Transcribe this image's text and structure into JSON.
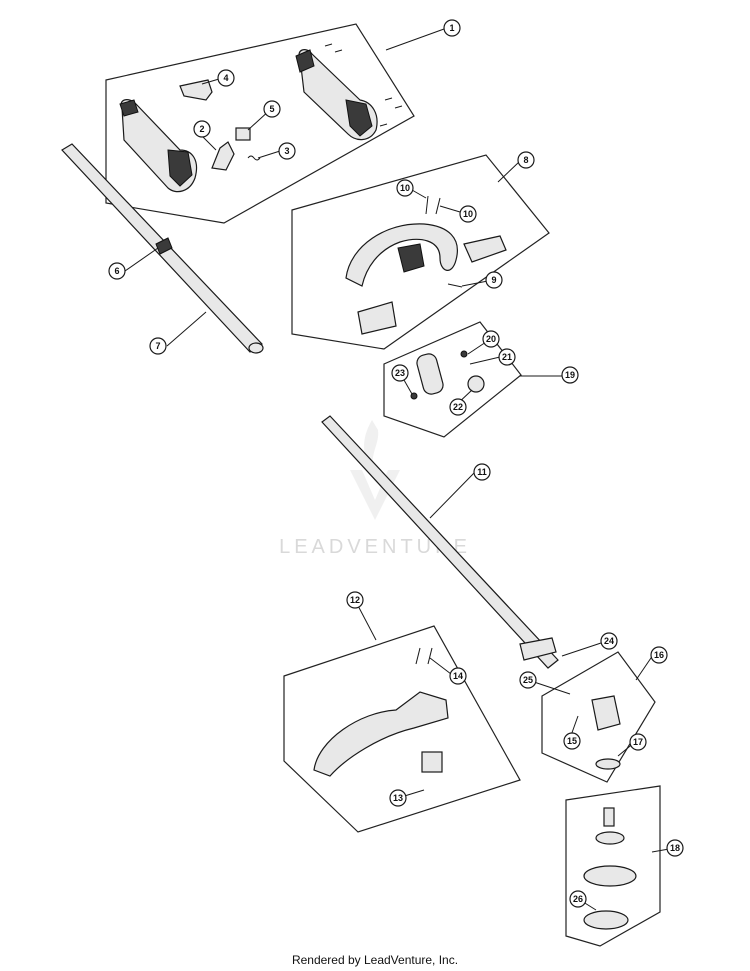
{
  "watermark": {
    "text": "LEADVENTURE"
  },
  "footer": {
    "text": "Rendered by LeadVenture, Inc."
  },
  "callouts": [
    "1",
    "2",
    "3",
    "4",
    "5",
    "6",
    "7",
    "8",
    "9",
    "10",
    "10",
    "11",
    "12",
    "13",
    "14",
    "15",
    "16",
    "17",
    "18",
    "19",
    "20",
    "21",
    "22",
    "23",
    "24",
    "25",
    "26"
  ]
}
